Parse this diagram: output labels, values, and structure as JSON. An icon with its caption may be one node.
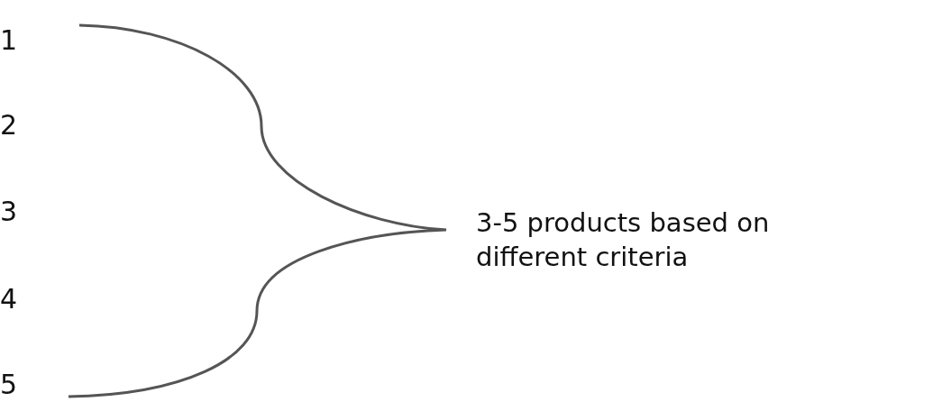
{
  "diagram": {
    "labels": [
      "1",
      "2",
      "3",
      "4",
      "5",
      "3-5 products based on different criteria"
    ]
  }
}
